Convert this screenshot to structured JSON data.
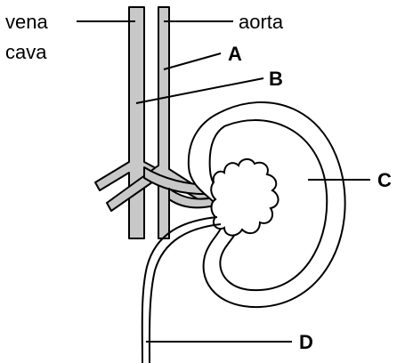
{
  "labels": {
    "vena_cava_line1": "vena",
    "vena_cava_line2": "cava",
    "aorta": "aorta",
    "A": "A",
    "B": "B",
    "C": "C",
    "D": "D"
  },
  "colors": {
    "vessel_fill": "#c8c8c8",
    "outline": "#000000",
    "background": "#ffffff"
  }
}
